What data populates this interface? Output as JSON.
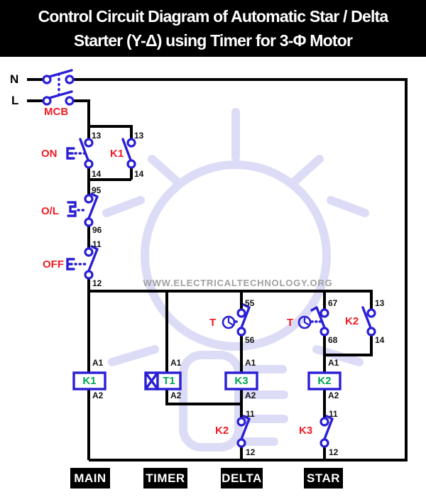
{
  "header": {
    "line1": "Control Circuit Diagram of Automatic Star / Delta",
    "line2": "Starter (Y-Δ) using Timer for 3-Φ Motor"
  },
  "watermark": {
    "site": "WWW.ELECTRICALTECHNOLOGY.ORG",
    "icon": "light-bulb-watermark"
  },
  "supply": {
    "neutral_label": "N",
    "line_label": "L",
    "breaker_label": "MCB"
  },
  "controls": {
    "on_button": {
      "label": "ON",
      "terminal_top": "13",
      "terminal_bottom": "14"
    },
    "k1_holding_contact": {
      "label": "K1",
      "terminal_top": "13",
      "terminal_bottom": "14"
    },
    "overload_contact": {
      "label": "O/L",
      "terminal_top": "95",
      "terminal_bottom": "96"
    },
    "off_button": {
      "label": "OFF",
      "terminal_top": "11",
      "terminal_bottom": "12"
    },
    "timer_contact_delta": {
      "label": "T",
      "terminal_top": "55",
      "terminal_bottom": "56"
    },
    "timer_contact_star": {
      "label": "T",
      "terminal_top": "67",
      "terminal_bottom": "68"
    },
    "k2_holding_contact": {
      "label": "K2",
      "terminal_top": "13",
      "terminal_bottom": "14"
    },
    "k2_interlock_contact": {
      "label": "K2",
      "terminal_top": "11",
      "terminal_bottom": "12"
    },
    "k3_interlock_contact": {
      "label": "K3",
      "terminal_top": "11",
      "terminal_bottom": "12"
    }
  },
  "coils": {
    "main_contactor": {
      "label": "K1",
      "terminal_top": "A1",
      "terminal_bottom": "A2"
    },
    "timer_relay": {
      "label": "T1",
      "terminal_top": "A1",
      "terminal_bottom": "A2"
    },
    "delta_contactor": {
      "label": "K3",
      "terminal_top": "A1",
      "terminal_bottom": "A2"
    },
    "star_contactor": {
      "label": "K2",
      "terminal_top": "A1",
      "terminal_bottom": "A2"
    }
  },
  "branch_labels": {
    "main": "MAIN",
    "timer": "TIMER",
    "delta": "DELTA",
    "star": "STAR"
  },
  "colors": {
    "banner_bg": "#000000",
    "banner_text": "#ffffff",
    "wire": "#000000",
    "device_blue": "#2a1fd5",
    "label_red": "#ee1c24",
    "coil_green": "#00a651",
    "watermark_bulb": "#dcdcf7",
    "watermark_text": "#a1a1a1"
  }
}
